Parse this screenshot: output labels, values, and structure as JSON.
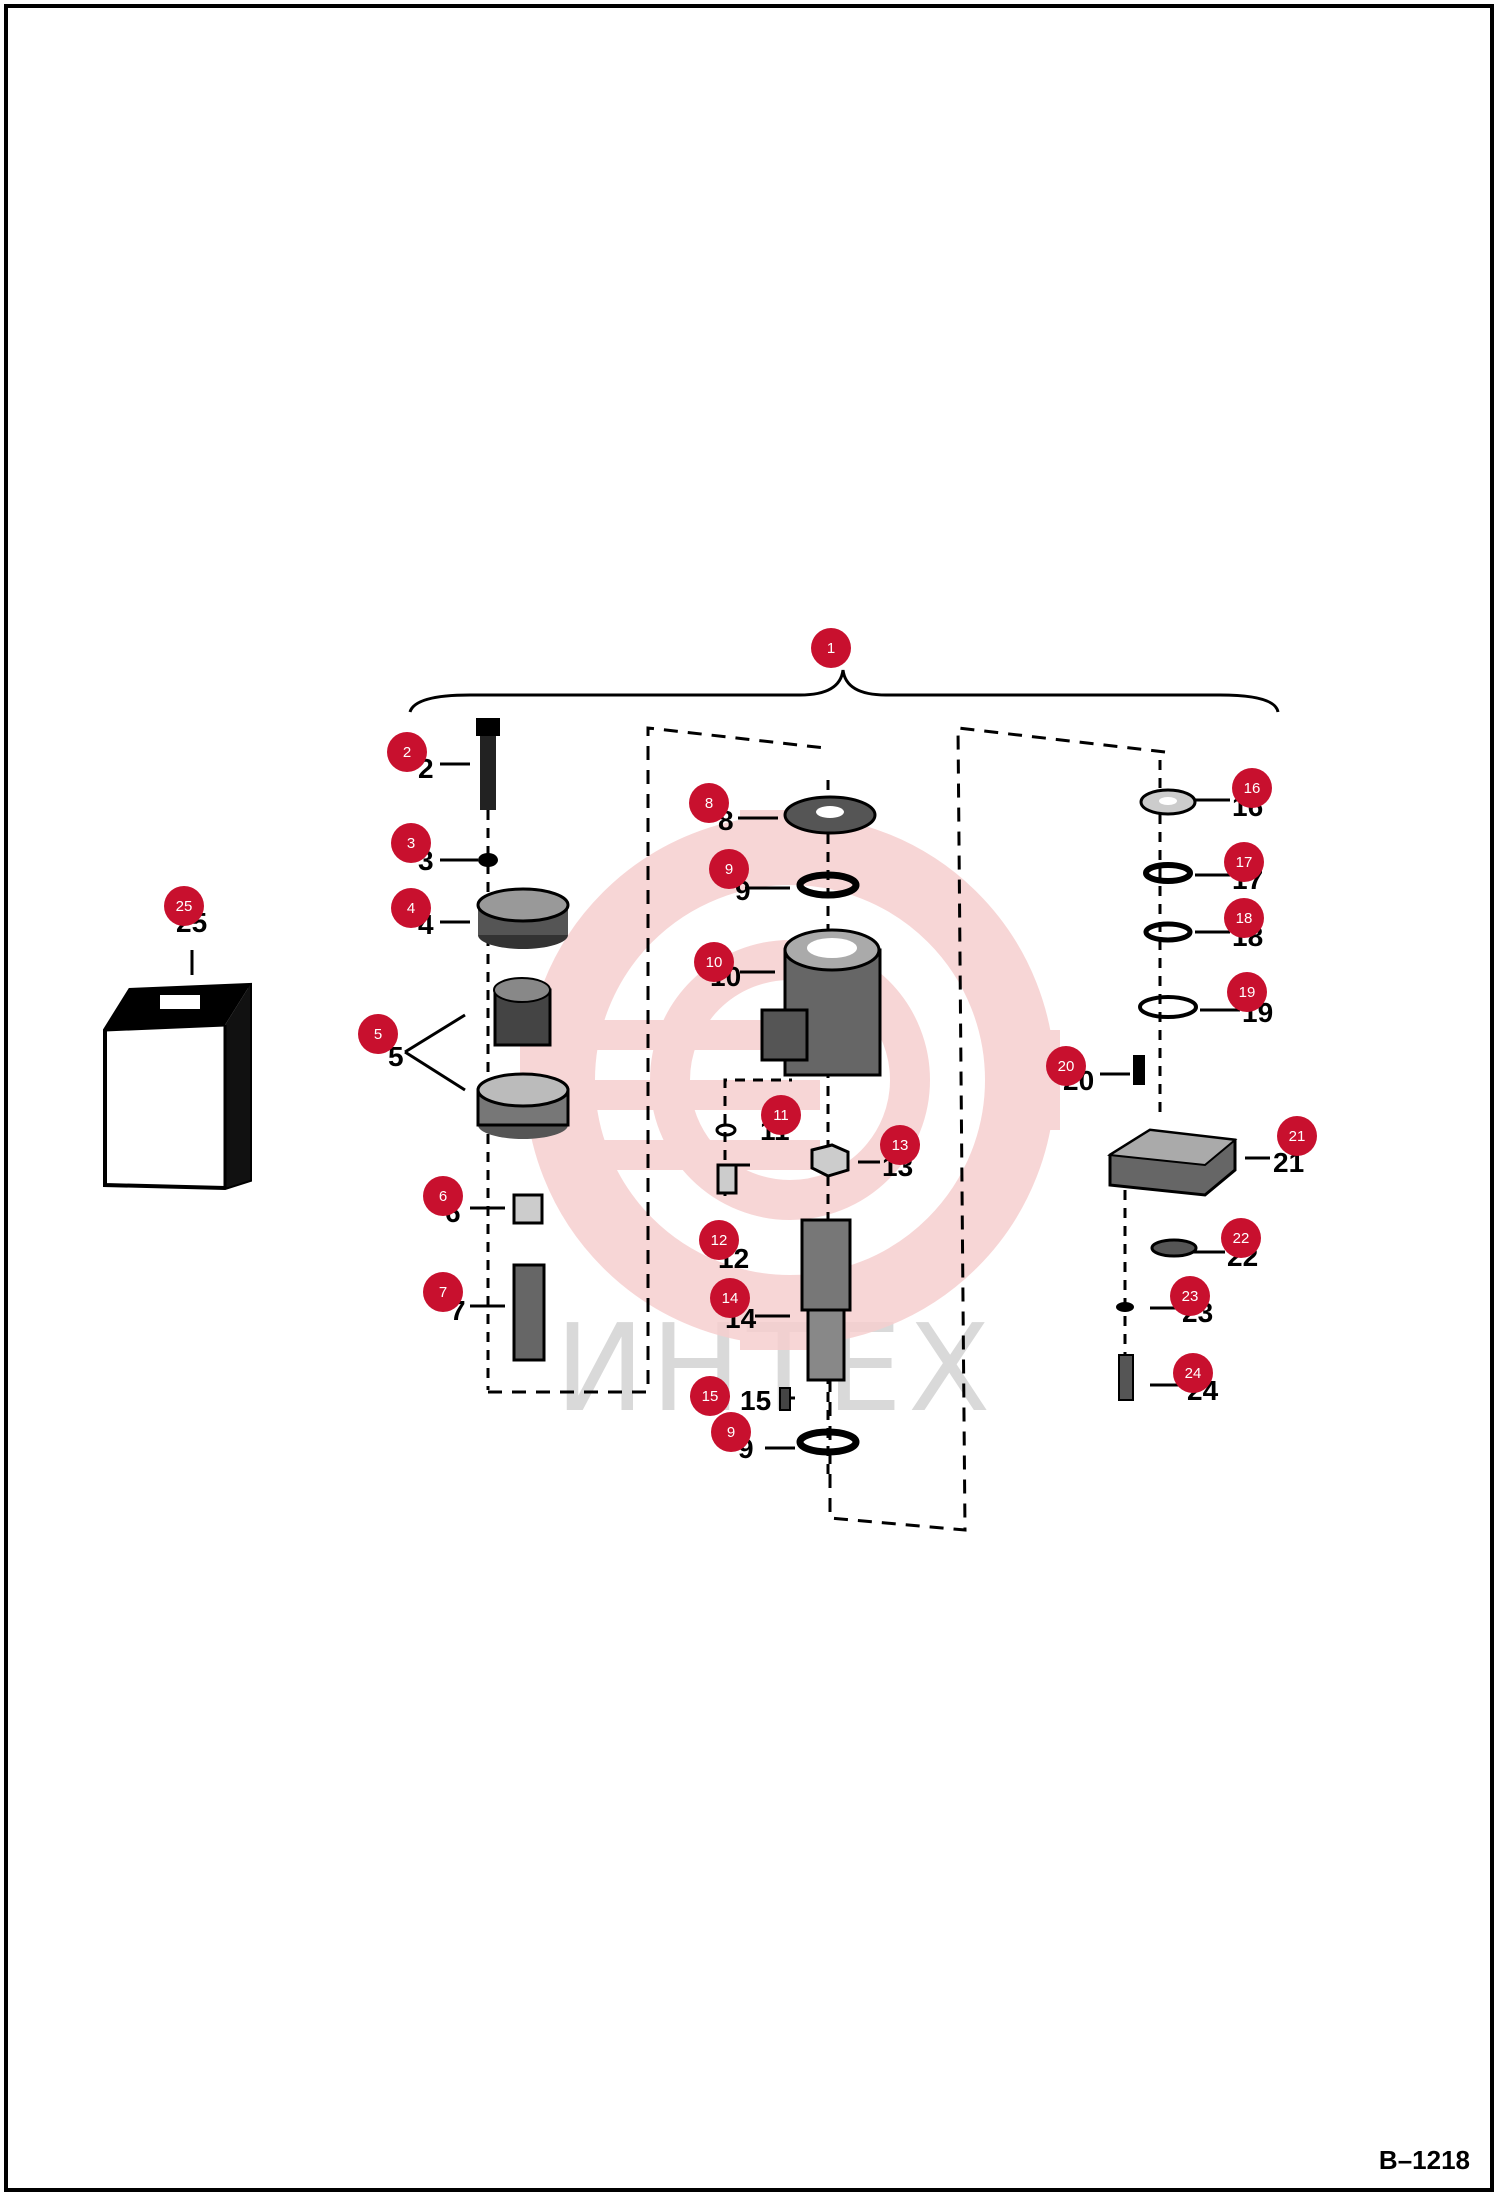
{
  "doc_ref": "B–1218",
  "watermark": "ИНТЕХ",
  "colors": {
    "badge": "#c8102e",
    "watermark_gear": "#f6cfcf",
    "line": "#000000"
  },
  "callouts": [
    {
      "id": "1",
      "label": ""
    },
    {
      "id": "2",
      "label": "2"
    },
    {
      "id": "3",
      "label": "3"
    },
    {
      "id": "4",
      "label": "4"
    },
    {
      "id": "5",
      "label": "5"
    },
    {
      "id": "6",
      "label": "6"
    },
    {
      "id": "7",
      "label": "7"
    },
    {
      "id": "8",
      "label": "8"
    },
    {
      "id": "9",
      "label": "9"
    },
    {
      "id": "10",
      "label": "10"
    },
    {
      "id": "11",
      "label": "11"
    },
    {
      "id": "12",
      "label": "12"
    },
    {
      "id": "13",
      "label": "13"
    },
    {
      "id": "14",
      "label": "14"
    },
    {
      "id": "15",
      "label": "15"
    },
    {
      "id": "9b",
      "label": "9"
    },
    {
      "id": "16",
      "label": "16"
    },
    {
      "id": "17",
      "label": "17"
    },
    {
      "id": "18",
      "label": "18"
    },
    {
      "id": "19",
      "label": "19"
    },
    {
      "id": "20",
      "label": "20"
    },
    {
      "id": "21",
      "label": "21"
    },
    {
      "id": "22",
      "label": "22"
    },
    {
      "id": "23",
      "label": "23"
    },
    {
      "id": "24",
      "label": "24"
    },
    {
      "id": "25",
      "label": "25"
    }
  ],
  "badges": [
    "1",
    "2",
    "3",
    "4",
    "5",
    "6",
    "7",
    "8",
    "9",
    "10",
    "11",
    "12",
    "13",
    "14",
    "15",
    "9",
    "16",
    "17",
    "18",
    "19",
    "20",
    "21",
    "22",
    "23",
    "24",
    "25"
  ]
}
